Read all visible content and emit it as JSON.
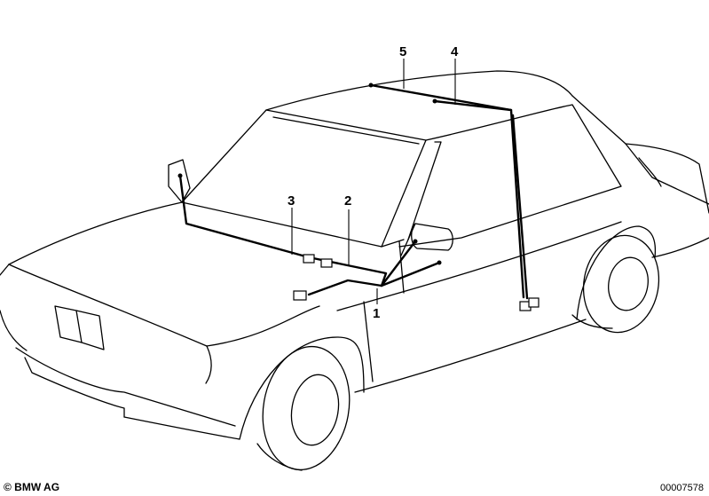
{
  "callouts": {
    "c1": "1",
    "c2": "2",
    "c3": "3",
    "c4": "4",
    "c5": "5"
  },
  "footer": {
    "copyright": "© BMW AG",
    "image_number": "00007578"
  }
}
